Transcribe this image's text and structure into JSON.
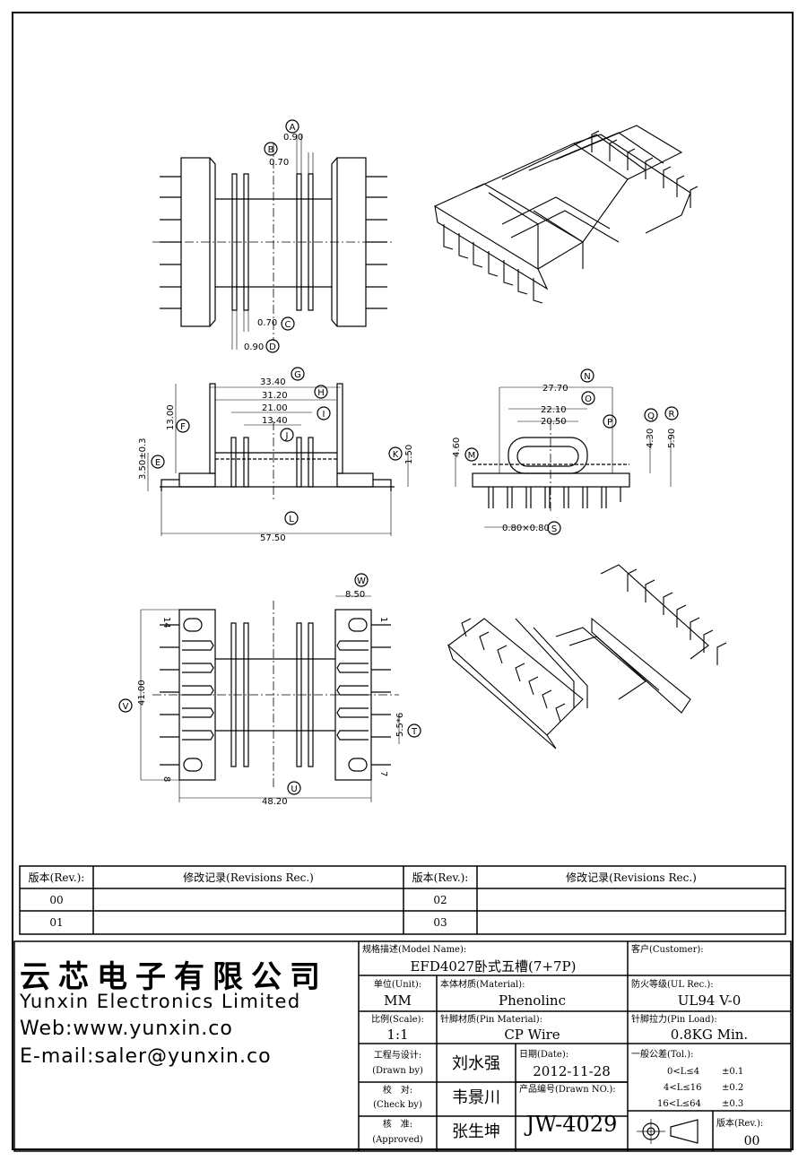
{
  "drawing": {
    "labels": [
      "A",
      "B",
      "C",
      "D",
      "G",
      "H",
      "I",
      "J",
      "F",
      "E",
      "K",
      "L",
      "N",
      "O",
      "P",
      "Q",
      "R",
      "M",
      "S",
      "W",
      "V",
      "U",
      "T"
    ],
    "dims": {
      "a": "0.90",
      "b": "0.70",
      "c": "0.70",
      "d": "0.90",
      "g": "33.40",
      "h": "31.20",
      "i": "21.00",
      "j": "13.40",
      "f": "13.00",
      "e": "3.50±0.3",
      "k": "1.50",
      "l": "57.50",
      "n": "27.70",
      "o": "22.10",
      "p": "20.50",
      "q": "4.30",
      "r": "5.90",
      "m": "4.60",
      "s": "0.80×0.80",
      "w": "8.50",
      "v": "41.00",
      "u": "48.20",
      "t": "5.5*6"
    },
    "pins": {
      "p14": "14",
      "p1": "1",
      "p8": "8",
      "p7": "7"
    }
  },
  "revisions": {
    "rev_header": "版本(Rev.):",
    "rec_header": "修改记录(Revisions Rec.)",
    "rev_header2": "版本(Rev.):",
    "rec_header2": "修改记录(Revisions Rec.)",
    "rows": [
      {
        "rev": "00",
        "rec": "",
        "rev2": "02",
        "rec2": ""
      },
      {
        "rev": "01",
        "rec": "",
        "rev2": "03",
        "rec2": ""
      }
    ]
  },
  "company": {
    "name_cn": "云芯电子有限公司",
    "name_en": "Yunxin Electronics Limited",
    "web": "Web:www.yunxin.co",
    "email": "E-mail:saler@yunxin.co"
  },
  "title_block": {
    "model_label": "规格描述(Model Name):",
    "model_value": "EFD4027卧式五槽(7+7P)",
    "customer_label": "客户(Customer):",
    "customer_value": "",
    "unit_label": "单位(Unit):",
    "unit_value": "MM",
    "material_label": "本体材质(Material):",
    "material_value": "Phenolinc",
    "ul_label": "防火等级(UL Rec.):",
    "ul_value": "UL94 V-0",
    "scale_label": "比例(Scale):",
    "scale_value": "1:1",
    "pin_material_label": "针脚材质(Pin Material):",
    "pin_material_value": "CP Wire",
    "pin_load_label": "针脚拉力(Pin Load):",
    "pin_load_value": "0.8KG Min.",
    "drawn_label_cn": "工程与设计:",
    "drawn_label_en": "(Drawn by)",
    "drawn_value": "刘水强",
    "date_label": "日期(Date):",
    "date_value": "2012-11-28",
    "tol_label": "一般公差(Tol.):",
    "tol_rows": [
      {
        "range": "0<L≤4",
        "tol": "±0.1"
      },
      {
        "range": "4<L≤16",
        "tol": "±0.2"
      },
      {
        "range": "16<L≤64",
        "tol": "±0.3"
      }
    ],
    "check_label_cn": "校　对:",
    "check_label_en": "(Check by)",
    "check_value": "韦景川",
    "drawn_no_label": "产品编号(Drawn NO.):",
    "drawn_no_value": "JW-4029",
    "approved_label_cn": "核　准:",
    "approved_label_en": "(Approved)",
    "approved_value": "张生坤",
    "rev_label": "版本(Rev.):",
    "rev_value": "00"
  }
}
